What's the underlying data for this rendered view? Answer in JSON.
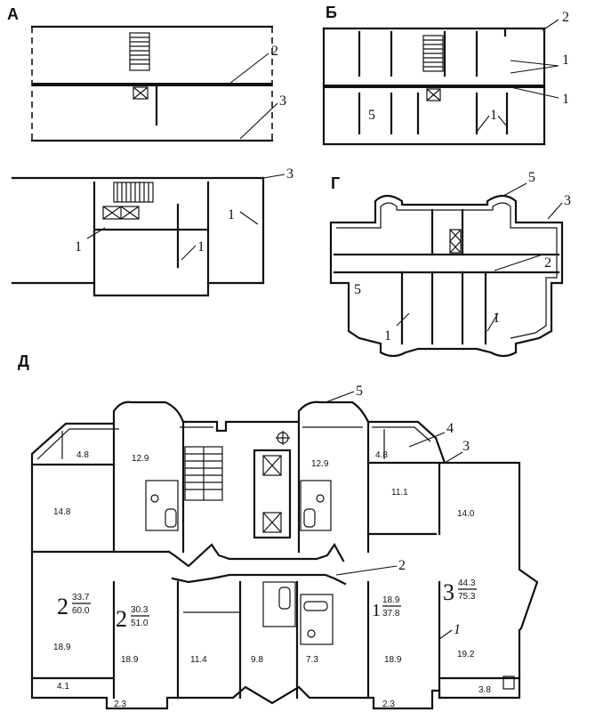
{
  "plans": {
    "a": {
      "label": "А",
      "callouts": [
        "2",
        "3"
      ]
    },
    "b": {
      "label": "Б",
      "callouts": [
        "2",
        "1",
        "1",
        "5",
        "1"
      ]
    },
    "v": {
      "callouts": [
        "3",
        "1",
        "1",
        "1"
      ]
    },
    "g": {
      "label": "Г",
      "callouts": [
        "5",
        "3",
        "2",
        "5",
        "1",
        "1"
      ]
    },
    "d": {
      "label": "Д",
      "callouts": [
        "5",
        "4",
        "3",
        "2",
        "1"
      ],
      "room_areas": [
        "4.8",
        "12.9",
        "12.9",
        "4.8",
        "14.8",
        "11.1",
        "14.0",
        "18.9",
        "18.9",
        "11.4",
        "9.8",
        "7.3",
        "18.9",
        "19.2",
        "4.1",
        "2.3",
        "2.3",
        "3.8"
      ],
      "apartments": [
        {
          "rooms": "2",
          "living": "33.7",
          "total": "60.0"
        },
        {
          "rooms": "2",
          "living": "30.3",
          "total": "51.0"
        },
        {
          "rooms": "1",
          "living": "18.9",
          "total": "37.8"
        },
        {
          "rooms": "3",
          "living": "44.3",
          "total": "75.3"
        }
      ]
    }
  }
}
